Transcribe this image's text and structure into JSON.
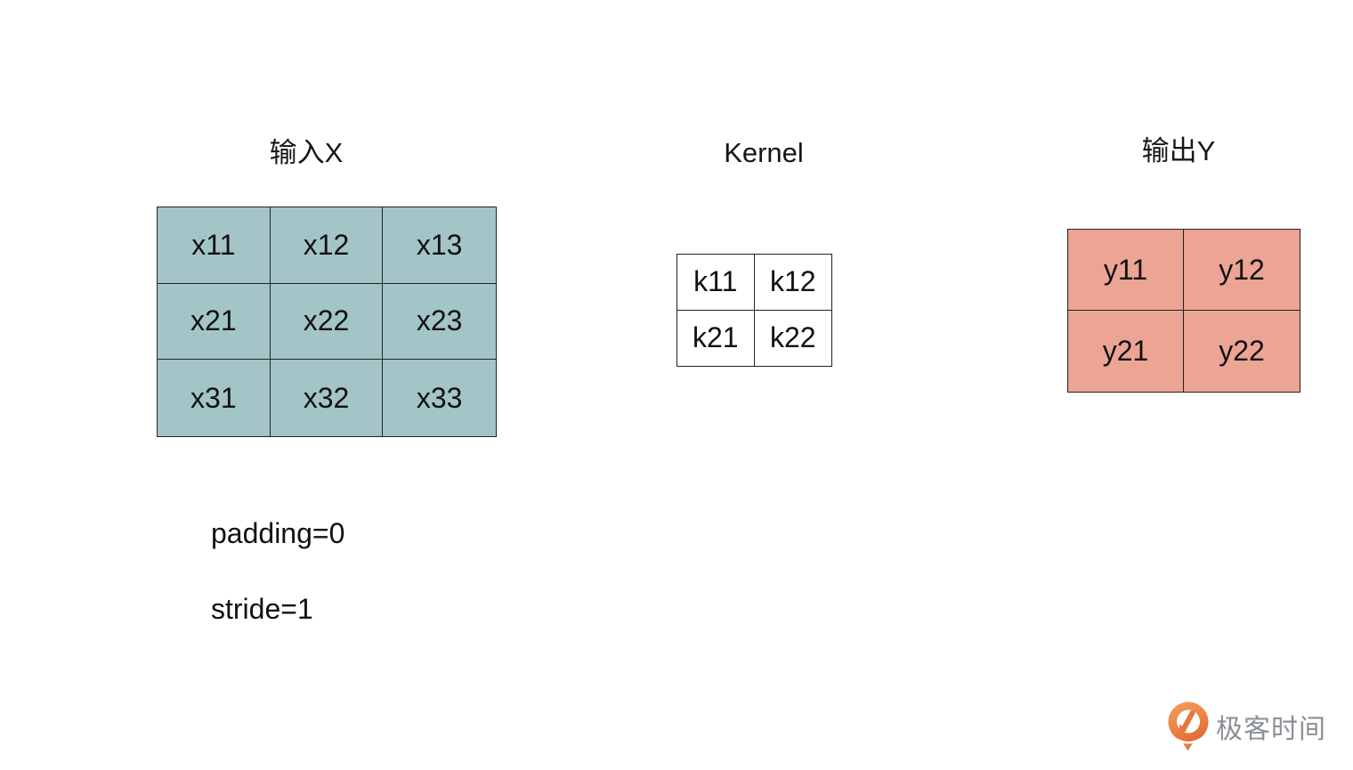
{
  "input_matrix": {
    "title": "输入X",
    "fill_color": "#a3c5c7",
    "cells": [
      [
        "x11",
        "x12",
        "x13"
      ],
      [
        "x21",
        "x22",
        "x23"
      ],
      [
        "x31",
        "x32",
        "x33"
      ]
    ]
  },
  "kernel_matrix": {
    "title": "Kernel",
    "fill_color": "#ffffff",
    "cells": [
      [
        "k11",
        "k12"
      ],
      [
        "k21",
        "k22"
      ]
    ]
  },
  "output_matrix": {
    "title": "输出Y",
    "fill_color": "#eca494",
    "cells": [
      [
        "y11",
        "y12"
      ],
      [
        "y21",
        "y22"
      ]
    ]
  },
  "annotations": {
    "padding": "padding=0",
    "stride": "stride=1"
  },
  "logo": {
    "text": "极客时间",
    "icon": "geektime-q-pin-icon",
    "icon_color": "#ed7d45",
    "text_color": "#8b9096"
  }
}
